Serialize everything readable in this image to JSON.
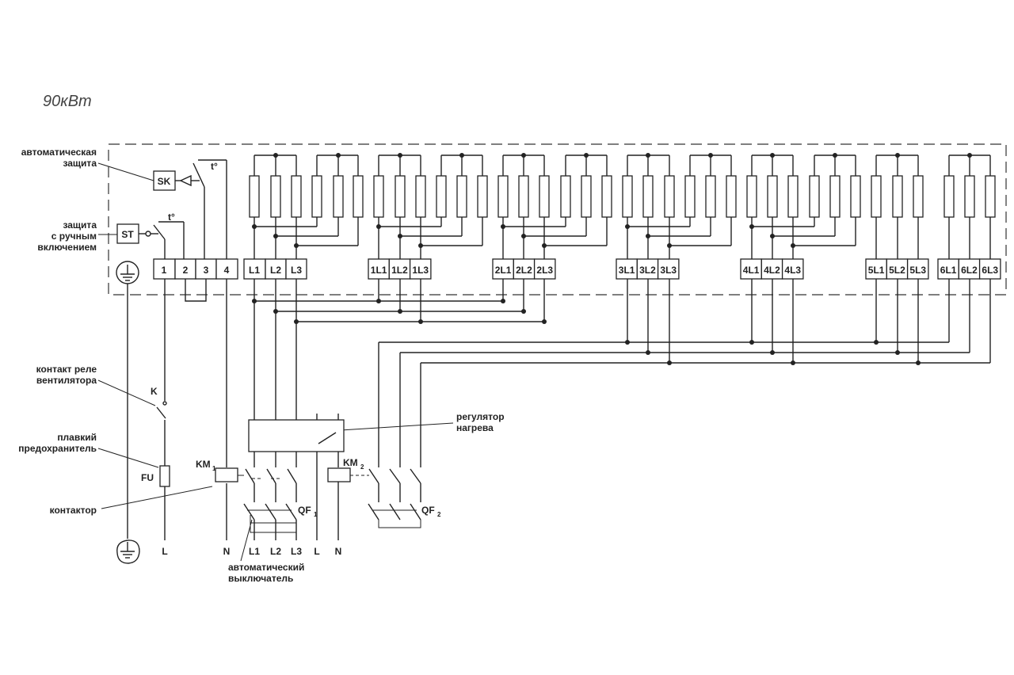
{
  "title": "90кВт",
  "captions": {
    "auto_protection": [
      "автоматическая",
      "защита"
    ],
    "manual_protection": [
      "защита",
      "с ручным",
      "включением"
    ],
    "fan_relay": [
      "контакт реле",
      "вентилятора"
    ],
    "fuse": [
      "плавкий",
      "предохранитель"
    ],
    "contactor": [
      "контактор"
    ],
    "breaker": [
      "автоматический",
      "выключатель"
    ],
    "regulator": [
      "регулятор",
      "нагрева"
    ]
  },
  "devices": {
    "sk": "SK",
    "st": "ST",
    "temp": "t°",
    "k": "K",
    "fu": "FU",
    "km": "KM",
    "km1_idx": "1",
    "km2_idx": "2",
    "qf": "QF",
    "qf1_idx": "1",
    "qf2_idx": "2"
  },
  "terminals": {
    "control": [
      "1",
      "2",
      "3",
      "4"
    ],
    "main": [
      "L1",
      "L2",
      "L3"
    ],
    "groups": [
      [
        "1L1",
        "1L2",
        "1L3"
      ],
      [
        "2L1",
        "2L2",
        "2L3"
      ],
      [
        "3L1",
        "3L2",
        "3L3"
      ],
      [
        "4L1",
        "4L2",
        "4L3"
      ],
      [
        "5L1",
        "5L2",
        "5L3"
      ],
      [
        "6L1",
        "6L2",
        "6L3"
      ]
    ]
  },
  "bottom_labels": {
    "left_l": "L",
    "n1": "N",
    "phases": [
      "L1",
      "L2",
      "L3"
    ],
    "l2": "L",
    "n2": "N"
  }
}
